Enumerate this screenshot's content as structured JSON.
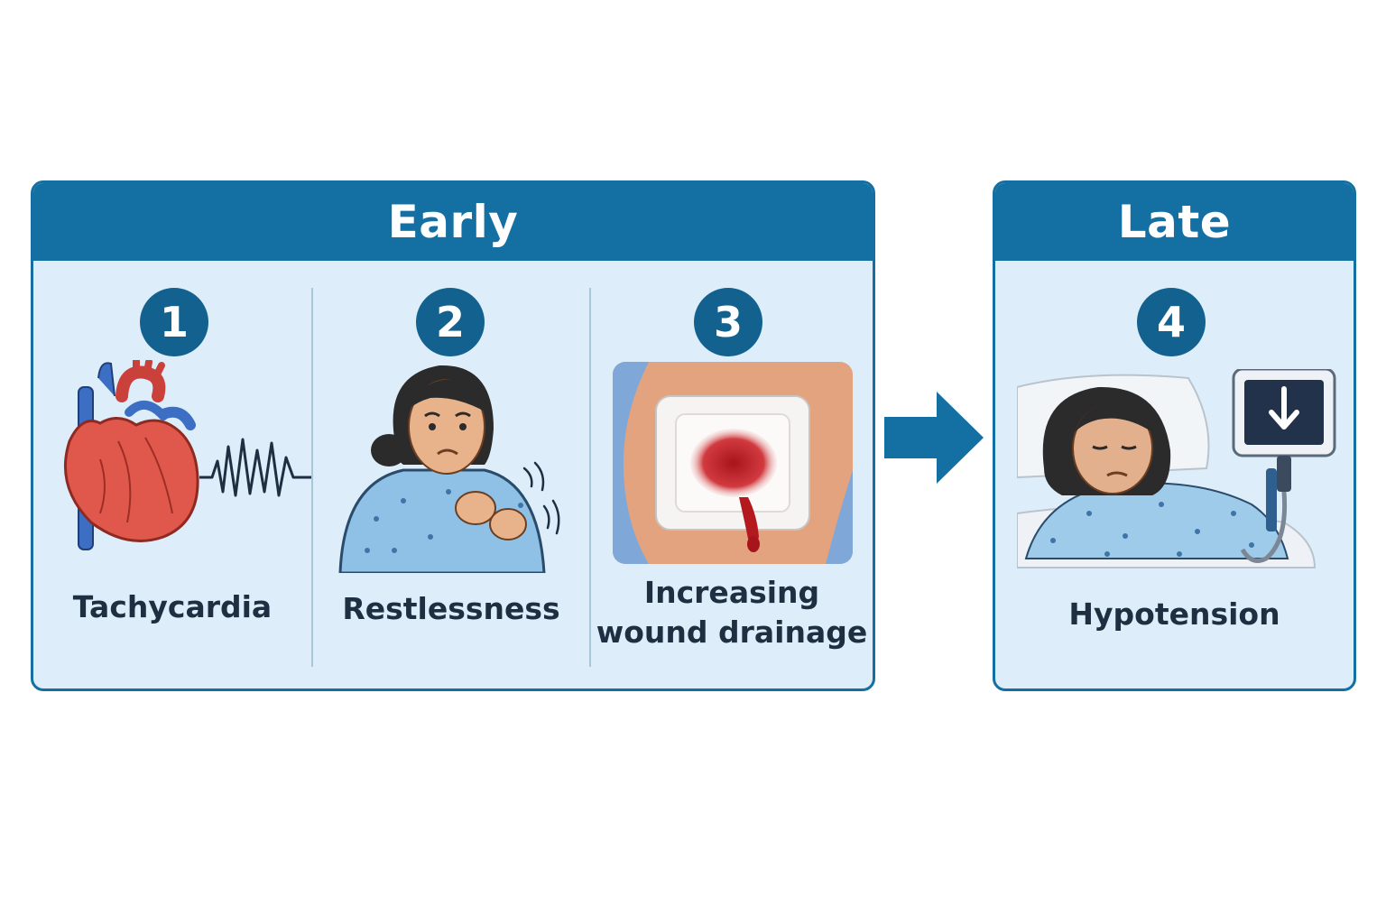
{
  "stages": {
    "early": {
      "title": "Early"
    },
    "late": {
      "title": "Late"
    }
  },
  "steps": [
    {
      "number": "1",
      "label": "Tachycardia",
      "icon": "heart-with-ecg-icon"
    },
    {
      "number": "2",
      "label": "Restlessness",
      "icon": "anxious-patient-icon"
    },
    {
      "number": "3",
      "label_line1": "Increasing",
      "label_line2": "wound drainage",
      "icon": "bloody-wound-dressing-icon"
    },
    {
      "number": "4",
      "label": "Hypotension",
      "icon": "patient-bed-bp-monitor-icon"
    }
  ],
  "colors": {
    "header": "#1470a2",
    "panel_bg": "#ddeefa",
    "step_circle": "#13618e",
    "text": "#1f2f42",
    "arrow": "#1470a2"
  }
}
